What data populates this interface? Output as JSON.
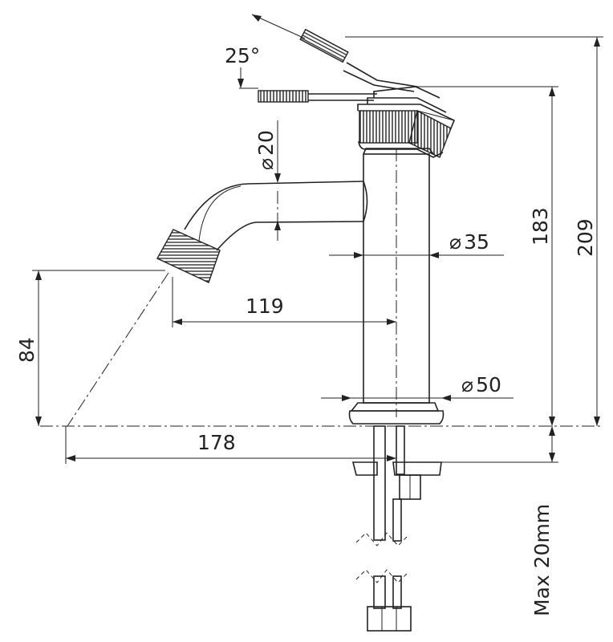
{
  "dimensions": {
    "lever_angle": "25°",
    "spout_diameter": "20",
    "body_diameter": "35",
    "base_diameter": "50",
    "spout_reach": "119",
    "outlet_height": "84",
    "overall_projection": "178",
    "body_height": "183",
    "overall_height": "209",
    "max_deck_thickness": "Max 20mm"
  },
  "symbols": {
    "diameter": "⌀"
  }
}
